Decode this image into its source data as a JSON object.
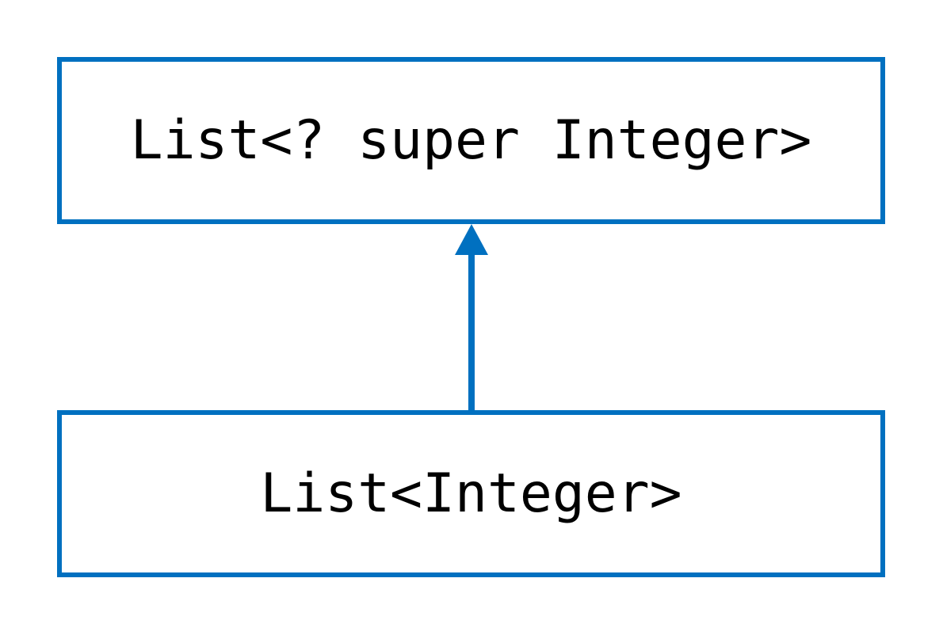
{
  "diagram": {
    "kind": "inheritance-diagram",
    "nodes": [
      {
        "id": "supertype",
        "label": "List<? super Integer>"
      },
      {
        "id": "subtype",
        "label": "List<Integer>"
      }
    ],
    "edges": [
      {
        "from": "subtype",
        "to": "supertype",
        "style": "solid-line-filled-arrowhead",
        "direction": "up"
      }
    ]
  },
  "colors": {
    "accent": "#0070C0",
    "background": "#FFFFFF",
    "text": "#000000"
  }
}
